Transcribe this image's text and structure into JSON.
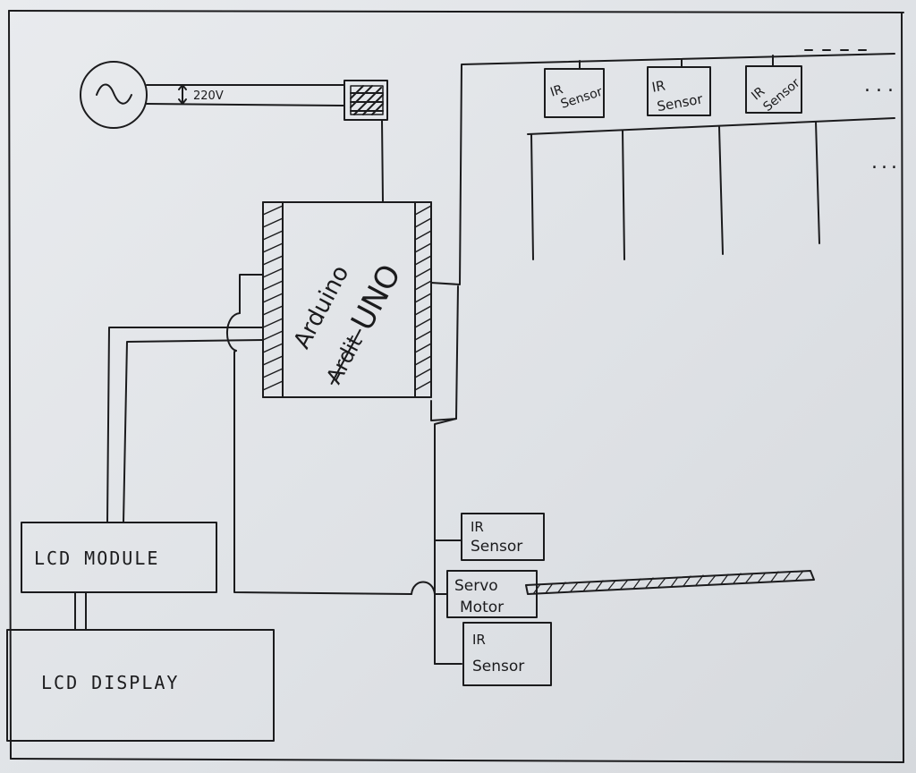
{
  "supply": {
    "symbol": "ac-source",
    "voltage_label": "220V"
  },
  "controller": {
    "line1": "Arduino",
    "struck_word": "Ardit",
    "line2": "UNO"
  },
  "lcd": {
    "module_label": "LCD MODULE",
    "display_label": "LCD DISPLAY"
  },
  "parking_sensors": [
    {
      "line1": "IR",
      "line2": "Sensor"
    },
    {
      "line1": "IR",
      "line2": "Sensor"
    },
    {
      "line1": "IR",
      "line2": "Sensor"
    }
  ],
  "gate": {
    "entry_sensor": {
      "line1": "IR",
      "line2": "Sensor"
    },
    "servo": {
      "line1": "Servo",
      "line2": "Motor"
    },
    "exit_sensor": {
      "line1": "IR",
      "line2": "Sensor"
    }
  },
  "continuation_marks": [
    "...",
    "..."
  ]
}
